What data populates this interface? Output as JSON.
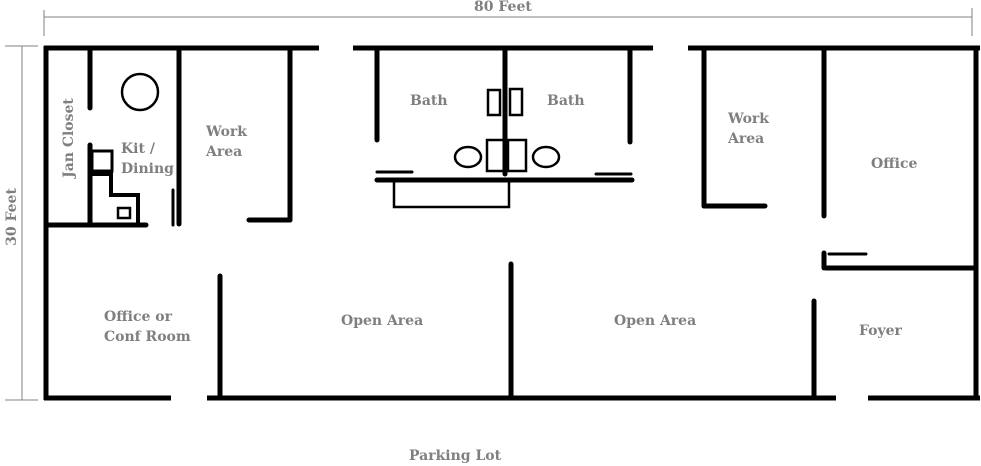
{
  "diagram": {
    "type": "floor-plan",
    "dimensions": {
      "width_label": "80 Feet",
      "height_label": "30 Feet"
    },
    "colors": {
      "wall": "#000000",
      "label": "#7f7f7f",
      "dimension_line": "#808080",
      "background": "#ffffff"
    },
    "rooms": {
      "jan_closet": "Jan Closet",
      "kit_dining": {
        "line1": "Kit /",
        "line2": "Dining"
      },
      "work_area_left": {
        "line1": "Work",
        "line2": "Area"
      },
      "bath_left": "Bath",
      "bath_right": "Bath",
      "work_area_right": {
        "line1": "Work",
        "line2": "Area"
      },
      "office": "Office",
      "office_conf": {
        "line1": "Office or",
        "line2": "Conf Room"
      },
      "open_area_left": "Open Area",
      "open_area_right": "Open Area",
      "foyer": "Foyer"
    },
    "outside": {
      "parking_lot": "Parking Lot"
    }
  }
}
